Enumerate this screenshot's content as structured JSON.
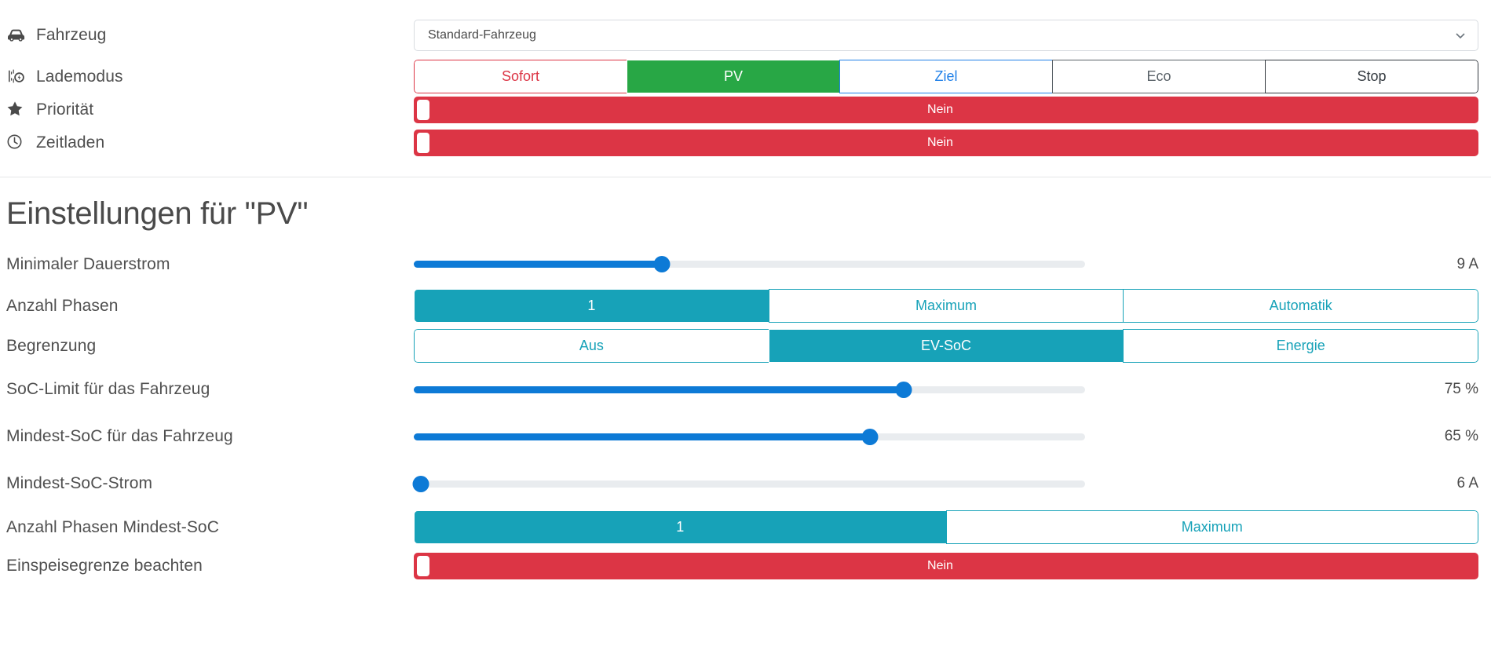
{
  "top": {
    "rows": [
      {
        "icon": "car-icon",
        "label": "Fahrzeug",
        "type": "select",
        "value": "Standard-Fahrzeug"
      },
      {
        "icon": "charge-mode-icon",
        "label": "Lademodus",
        "type": "segmented",
        "options": [
          "Sofort",
          "PV",
          "Ziel",
          "Eco",
          "Stop"
        ],
        "selected": "PV"
      },
      {
        "icon": "star-icon",
        "label": "Priorität",
        "type": "toggle",
        "value": "Nein"
      },
      {
        "icon": "clock-icon",
        "label": "Zeitladen",
        "type": "toggle",
        "value": "Nein"
      }
    ]
  },
  "settings": {
    "heading": "Einstellungen für \"PV\"",
    "rows": [
      {
        "label": "Minimaler Dauerstrom",
        "type": "slider",
        "value": "9 A",
        "percent": 37
      },
      {
        "label": "Anzahl Phasen",
        "type": "segmented",
        "options": [
          "1",
          "Maximum",
          "Automatik"
        ],
        "selected": "1"
      },
      {
        "label": "Begrenzung",
        "type": "segmented",
        "options": [
          "Aus",
          "EV-SoC",
          "Energie"
        ],
        "selected": "EV-SoC"
      },
      {
        "label": "SoC-Limit für das Fahrzeug",
        "type": "slider",
        "value": "75 %",
        "percent": 73
      },
      {
        "label": "Mindest-SoC für das Fahrzeug",
        "type": "slider",
        "value": "65 %",
        "percent": 68
      },
      {
        "label": "Mindest-SoC-Strom",
        "type": "slider",
        "value": "6 A",
        "percent": 1
      },
      {
        "label": "Anzahl Phasen Mindest-SoC",
        "type": "segmented",
        "options": [
          "1",
          "Maximum"
        ],
        "selected": "1"
      },
      {
        "label": "Einspeisegrenze beachten",
        "type": "toggle",
        "value": "Nein"
      }
    ]
  },
  "colors": {
    "danger": "#dc3545",
    "success": "#28a745",
    "primary": "#2080e8",
    "info": "#17a2b8",
    "slider": "#0d7ad6",
    "muted": "#5a6268",
    "dark": "#343a40"
  }
}
